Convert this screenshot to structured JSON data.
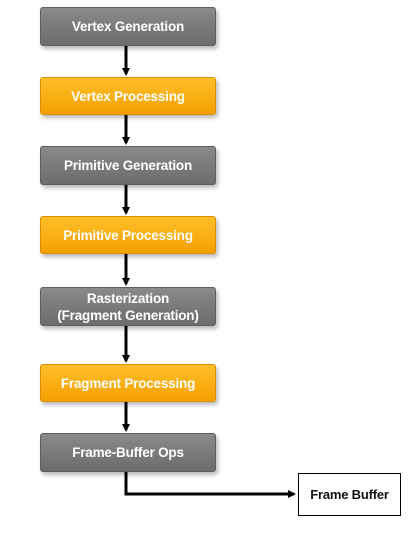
{
  "pipeline": {
    "stages": [
      {
        "label": "Vertex Generation",
        "style": "gray"
      },
      {
        "label": "Vertex Processing",
        "style": "orange"
      },
      {
        "label": "Primitive Generation",
        "style": "gray"
      },
      {
        "label": "Primitive Processing",
        "style": "orange"
      },
      {
        "label": "Rasterization\n(Fragment Generation)",
        "style": "gray"
      },
      {
        "label": "Fragment Processing",
        "style": "orange"
      },
      {
        "label": "Frame-Buffer Ops",
        "style": "gray"
      }
    ],
    "output": {
      "label": "Frame Buffer"
    }
  },
  "colors": {
    "gray": "#767676",
    "orange": "#fbaf14",
    "arrow": "#000000"
  }
}
